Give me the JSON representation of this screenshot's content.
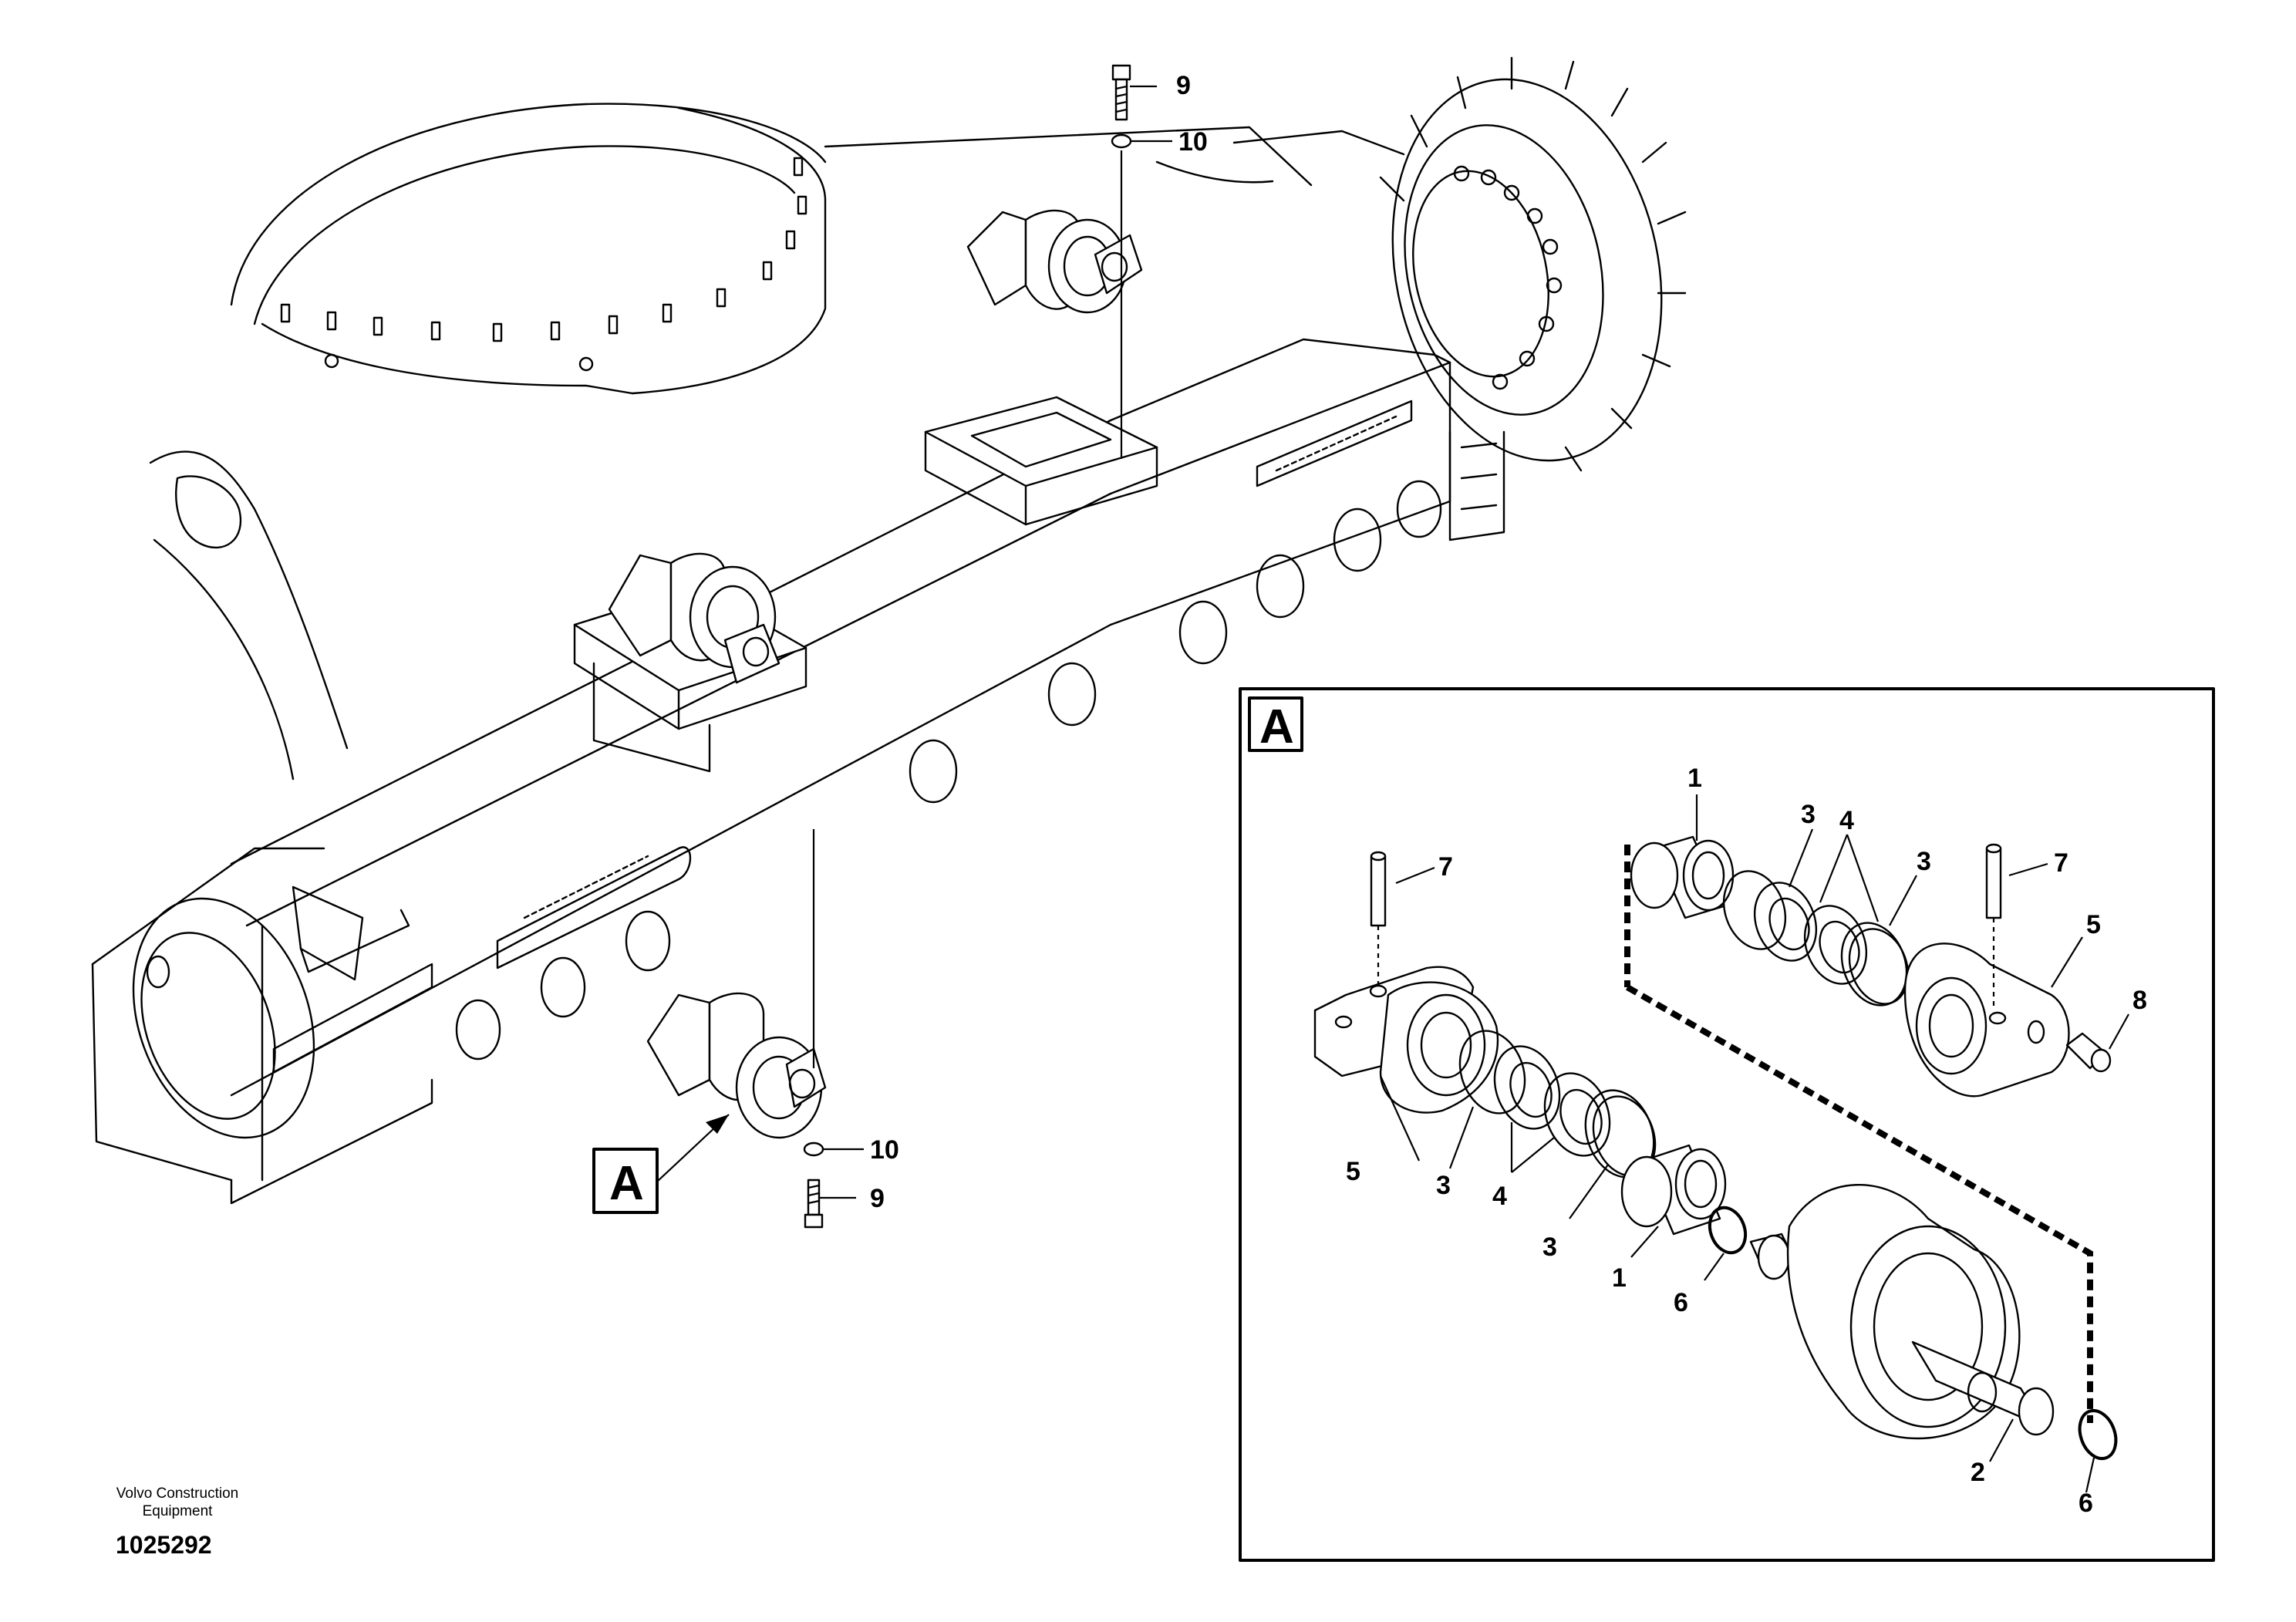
{
  "detail_view": {
    "label": "A"
  },
  "main_view": {
    "detail_marker": "A"
  },
  "callouts": {
    "bolt_top": "9",
    "washer_top": "10",
    "washer_bottom": "10",
    "bolt_bottom": "9",
    "pin_left": "7",
    "pin_right": "7",
    "bushing_top": "1",
    "seal_top_a": "3",
    "seal_top_b": "3",
    "floating_top": "4",
    "bracket_right": "5",
    "plug": "8",
    "bracket_left": "5",
    "seal_left_a": "3",
    "floating_left": "4",
    "seal_left_b": "3",
    "bushing_left": "1",
    "oring_left": "6",
    "shaft": "2",
    "oring_right": "6"
  },
  "footer": {
    "company_line1": "Volvo Construction",
    "company_line2": "Equipment",
    "part_number": "1025292"
  }
}
